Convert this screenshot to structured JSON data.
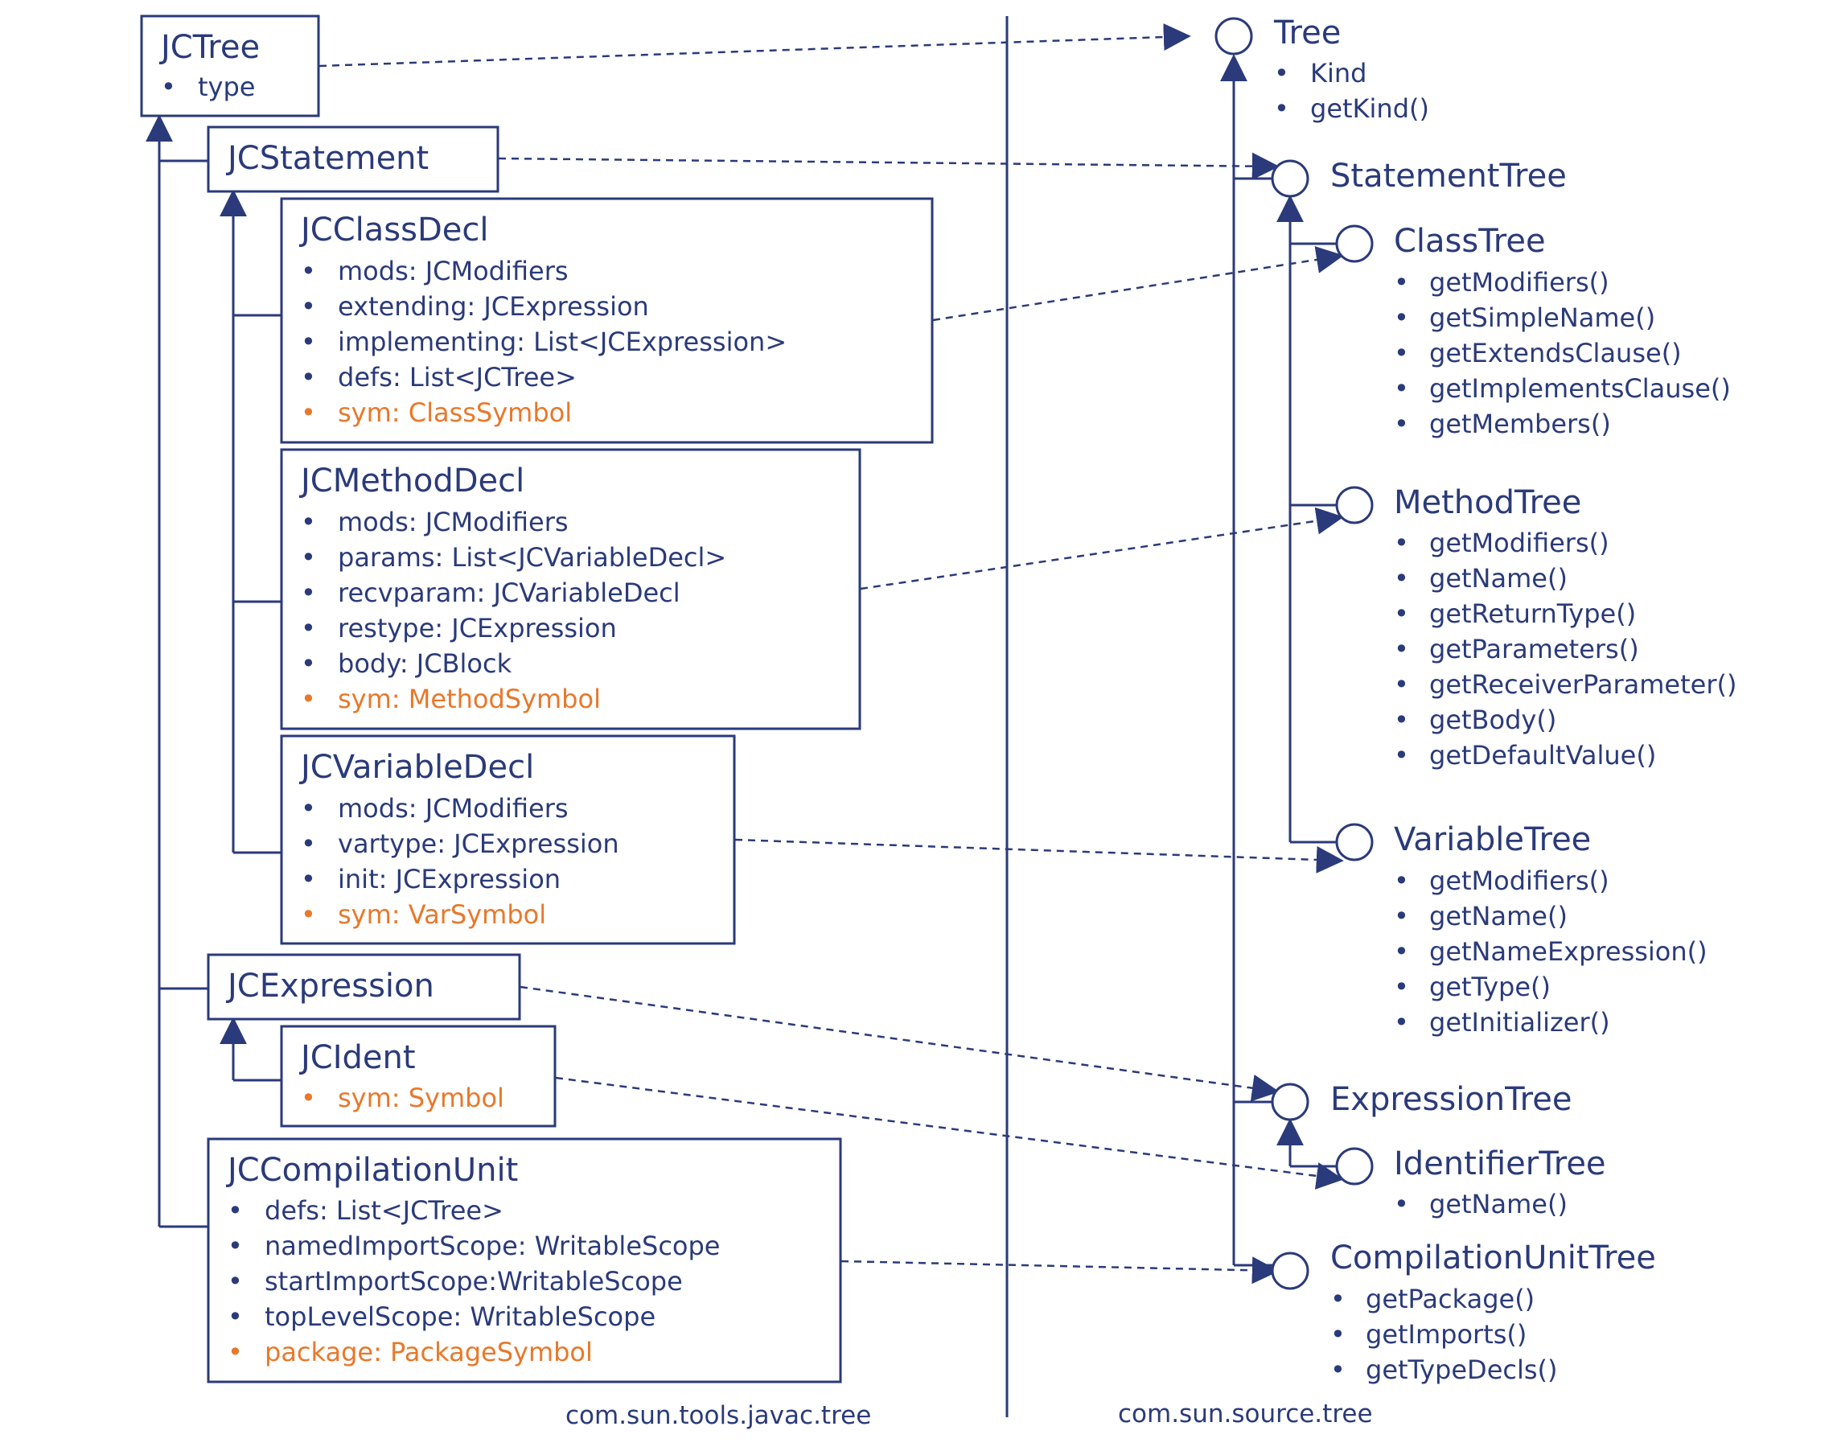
{
  "colors": {
    "ink": "#2a3a7a",
    "symbol": "#e8782a",
    "background": "#ffffff"
  },
  "left": {
    "package": "com.sun.tools.javac.tree",
    "classes": [
      {
        "id": "jctree",
        "name": "JCTree",
        "members": [
          {
            "text": "type",
            "symbol": false
          }
        ]
      },
      {
        "id": "jcstatement",
        "name": "JCStatement",
        "members": []
      },
      {
        "id": "jcclassdecl",
        "name": "JCClassDecl",
        "members": [
          {
            "text": "mods: JCModifiers",
            "symbol": false
          },
          {
            "text": "extending: JCExpression",
            "symbol": false
          },
          {
            "text": "implementing: List<JCExpression>",
            "symbol": false
          },
          {
            "text": "defs: List<JCTree>",
            "symbol": false
          },
          {
            "text": "sym: ClassSymbol",
            "symbol": true
          }
        ]
      },
      {
        "id": "jcmethoddecl",
        "name": "JCMethodDecl",
        "members": [
          {
            "text": "mods: JCModifiers",
            "symbol": false
          },
          {
            "text": "params: List<JCVariableDecl>",
            "symbol": false
          },
          {
            "text": "recvparam: JCVariableDecl",
            "symbol": false
          },
          {
            "text": "restype: JCExpression",
            "symbol": false
          },
          {
            "text": "body: JCBlock",
            "symbol": false
          },
          {
            "text": "sym: MethodSymbol",
            "symbol": true
          }
        ]
      },
      {
        "id": "jcvariabledecl",
        "name": "JCVariableDecl",
        "members": [
          {
            "text": "mods: JCModifiers",
            "symbol": false
          },
          {
            "text": "vartype: JCExpression",
            "symbol": false
          },
          {
            "text": "init: JCExpression",
            "symbol": false
          },
          {
            "text": "sym: VarSymbol",
            "symbol": true
          }
        ]
      },
      {
        "id": "jcexpression",
        "name": "JCExpression",
        "members": []
      },
      {
        "id": "jcident",
        "name": "JCIdent",
        "members": [
          {
            "text": "sym: Symbol",
            "symbol": true
          }
        ]
      },
      {
        "id": "jccompilationunit",
        "name": "JCCompilationUnit",
        "members": [
          {
            "text": "defs: List<JCTree>",
            "symbol": false
          },
          {
            "text": "namedImportScope: WritableScope",
            "symbol": false
          },
          {
            "text": "startImportScope:WritableScope",
            "symbol": false
          },
          {
            "text": "topLevelScope: WritableScope",
            "symbol": false
          },
          {
            "text": "package: PackageSymbol",
            "symbol": true
          }
        ]
      }
    ]
  },
  "right": {
    "package": "com.sun.source.tree",
    "interfaces": [
      {
        "id": "tree",
        "name": "Tree",
        "members": [
          "Kind",
          "getKind()"
        ]
      },
      {
        "id": "statementtree",
        "name": "StatementTree",
        "members": []
      },
      {
        "id": "classtree",
        "name": "ClassTree",
        "members": [
          "getModifiers()",
          "getSimpleName()",
          "getExtendsClause()",
          "getImplementsClause()",
          "getMembers()"
        ]
      },
      {
        "id": "methodtree",
        "name": "MethodTree",
        "members": [
          "getModifiers()",
          "getName()",
          "getReturnType()",
          "getParameters()",
          "getReceiverParameter()",
          "getBody()",
          "getDefaultValue()"
        ]
      },
      {
        "id": "variabletree",
        "name": "VariableTree",
        "members": [
          "getModifiers()",
          "getName()",
          "getNameExpression()",
          "getType()",
          "getInitializer()"
        ]
      },
      {
        "id": "expressiontree",
        "name": "ExpressionTree",
        "members": []
      },
      {
        "id": "identifiertree",
        "name": "IdentifierTree",
        "members": [
          "getName()"
        ]
      },
      {
        "id": "compilationunittree",
        "name": "CompilationUnitTree",
        "members": [
          "getPackage()",
          "getImports()",
          "getTypeDecls()"
        ]
      }
    ]
  },
  "mappings": [
    {
      "from": "JCTree",
      "to": "Tree"
    },
    {
      "from": "JCStatement",
      "to": "StatementTree"
    },
    {
      "from": "JCClassDecl",
      "to": "ClassTree"
    },
    {
      "from": "JCMethodDecl",
      "to": "MethodTree"
    },
    {
      "from": "JCVariableDecl",
      "to": "VariableTree"
    },
    {
      "from": "JCExpression",
      "to": "ExpressionTree"
    },
    {
      "from": "JCIdent",
      "to": "IdentifierTree"
    },
    {
      "from": "JCCompilationUnit",
      "to": "CompilationUnitTree"
    }
  ]
}
